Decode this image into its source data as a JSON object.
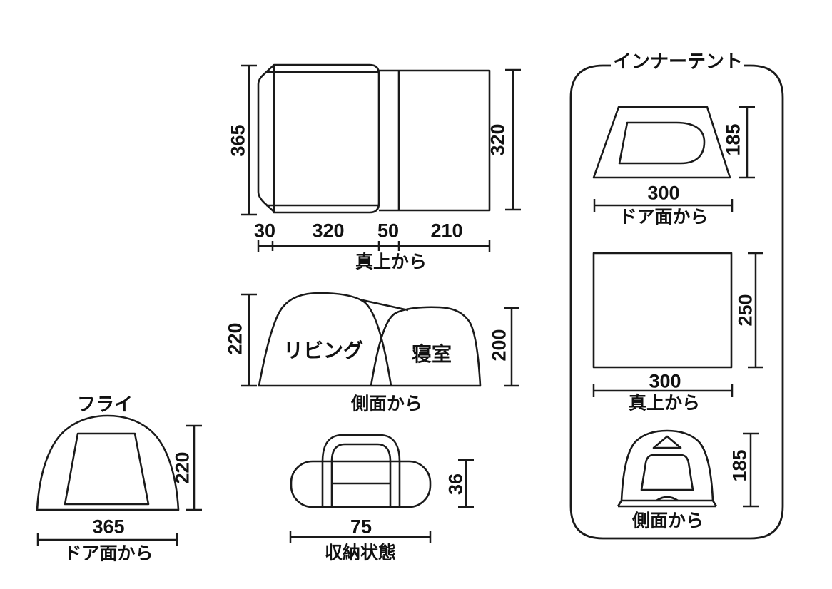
{
  "palette": {
    "background": "#ffffff",
    "line": "#1a1a1a",
    "text": "#111111"
  },
  "views": {
    "top": {
      "caption": "真上から",
      "dim_left": "365",
      "dim_right": "320",
      "segments": [
        "30",
        "320",
        "50",
        "210"
      ]
    },
    "side": {
      "caption": "側面から",
      "living_label": "リビング",
      "bedroom_label": "寝室",
      "dim_left": "220",
      "dim_right": "200"
    },
    "fly": {
      "title": "フライ",
      "caption": "ドア面から",
      "width": "365",
      "height": "220"
    },
    "storage": {
      "caption": "収納状態",
      "width": "75",
      "height": "36"
    },
    "inner": {
      "title": "インナーテント",
      "door": {
        "caption": "ドア面から",
        "width": "300",
        "height": "185"
      },
      "top": {
        "caption": "真上から",
        "width": "300",
        "height": "250"
      },
      "side": {
        "caption": "側面から",
        "height": "185"
      }
    }
  }
}
